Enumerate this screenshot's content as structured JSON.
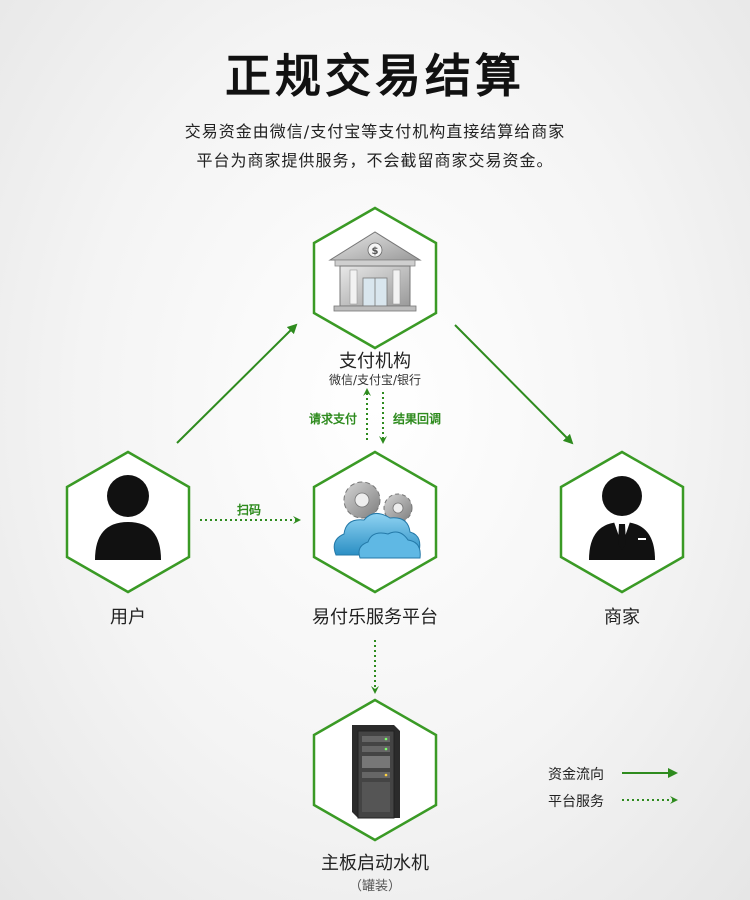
{
  "header": {
    "title": "正规交易结算",
    "subtitle_line1": "交易资金由微信/支付宝等支付机构直接结算给商家",
    "subtitle_line2": "平台为商家提供服务，不会截留商家交易资金。"
  },
  "nodes": {
    "payment_institution": {
      "label": "支付机构",
      "sublabel": "微信/支付宝/银行",
      "icon": "bank-icon"
    },
    "user": {
      "label": "用户",
      "icon": "person-icon"
    },
    "platform": {
      "label": "易付乐服务平台",
      "icon": "cloud-gear-icon"
    },
    "merchant": {
      "label": "商家",
      "icon": "businessman-icon"
    },
    "machine": {
      "label": "主板启动水机",
      "sublabel": "（罐装）",
      "icon": "server-rack-icon"
    }
  },
  "edges": {
    "request_payment": "请求支付",
    "result_callback": "结果回调",
    "scan_code": "扫码"
  },
  "legend": {
    "fund_flow": "资金流向",
    "platform_service": "平台服务"
  },
  "colors": {
    "accent_green": "#2e8b1e",
    "hex_border": "#3a9a25"
  }
}
